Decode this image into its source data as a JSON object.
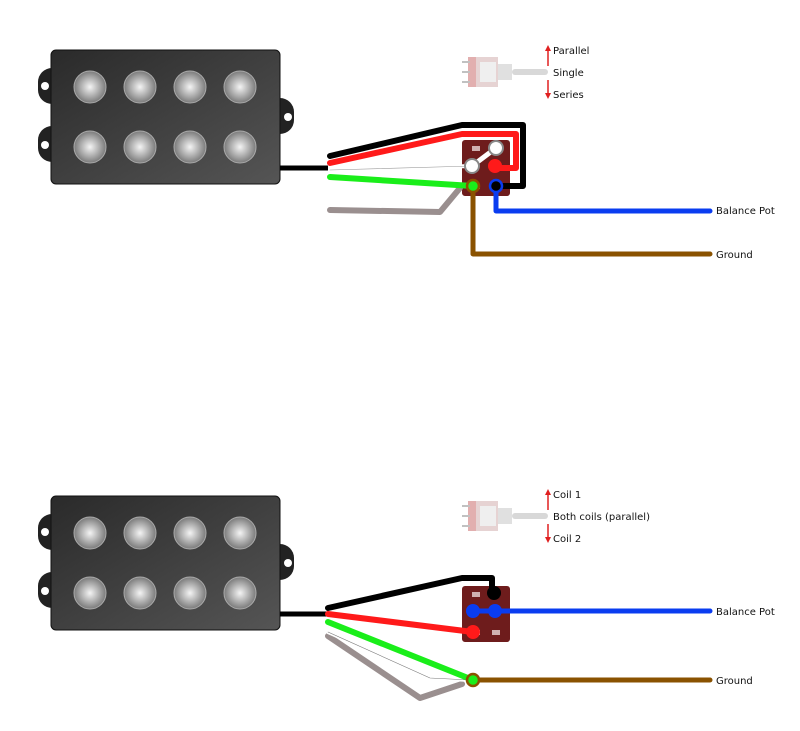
{
  "diagrams": [
    {
      "id": "top",
      "switch_positions": {
        "up": "Parallel",
        "middle": "Single",
        "down": "Series"
      },
      "outputs": {
        "balance": "Balance Pot",
        "ground": "Ground"
      }
    },
    {
      "id": "bottom",
      "switch_positions": {
        "up": "Coil 1",
        "middle": "Both coils (parallel)",
        "down": "Coil 2"
      },
      "outputs": {
        "balance": "Balance Pot",
        "ground": "Ground"
      }
    }
  ],
  "colors": {
    "black": "#000000",
    "red": "#ff1a1a",
    "white": "#ffffff",
    "green": "#1aee1a",
    "bare": "#9a8f8f",
    "blue": "#0a3cf0",
    "brown": "#8a5200",
    "switch_body": "#7a2020",
    "arrow": "#e02020"
  }
}
